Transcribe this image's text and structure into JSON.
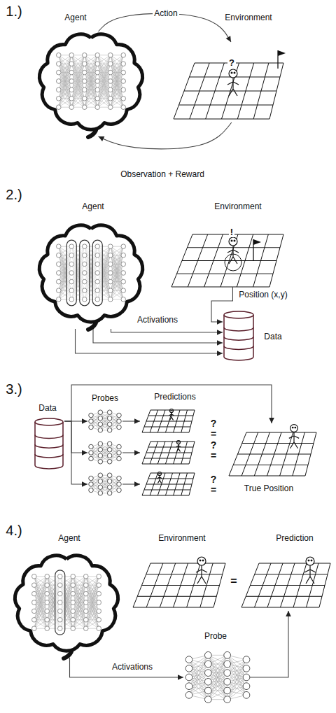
{
  "diagram": {
    "nodes": [
      {
        "text": [
          "Agent"
        ]
      },
      {
        "text": [
          "Environment"
        ]
      },
      {
        "text": [
          "Agent"
        ]
      },
      {
        "text": [
          "Environment"
        ]
      },
      {
        "text": [
          "Data"
        ]
      },
      {
        "text": [
          "Data"
        ]
      },
      {
        "text": [
          "Probes"
        ]
      },
      {
        "text": [
          "Predictions"
        ]
      },
      {
        "text": [
          "True Position"
        ]
      },
      {
        "text": [
          "Agent"
        ]
      },
      {
        "text": [
          "Environment"
        ]
      },
      {
        "text": [
          "Prediction"
        ]
      },
      {
        "text": [
          "Probe"
        ]
      }
    ],
    "edges": [
      {
        "from": 0,
        "to": 1,
        "label": "Action",
        "arrow": "to"
      },
      {
        "from": 1,
        "to": 0,
        "label": "Observation + Reward",
        "arrow": "to"
      },
      {
        "from": 3,
        "to": 4,
        "label": "Position (x,y)",
        "arrow": "to"
      },
      {
        "from": 2,
        "to": 4,
        "label": "Activations",
        "arrow": "to"
      },
      {
        "from": 5,
        "to": 6,
        "arrow": "to"
      },
      {
        "from": 6,
        "to": 7,
        "arrow": "to"
      },
      {
        "from": 5,
        "to": 8,
        "arrow": "to"
      },
      {
        "from": 9,
        "to": 12,
        "label": "Activations",
        "arrow": "to"
      },
      {
        "from": 12,
        "to": 11,
        "arrow": "to"
      }
    ],
    "labels": [
      "1.)",
      "?",
      "2.)",
      "!",
      "3.)",
      "?",
      "=",
      "?",
      "=",
      "?",
      "=",
      "4.)",
      "="
    ]
  }
}
